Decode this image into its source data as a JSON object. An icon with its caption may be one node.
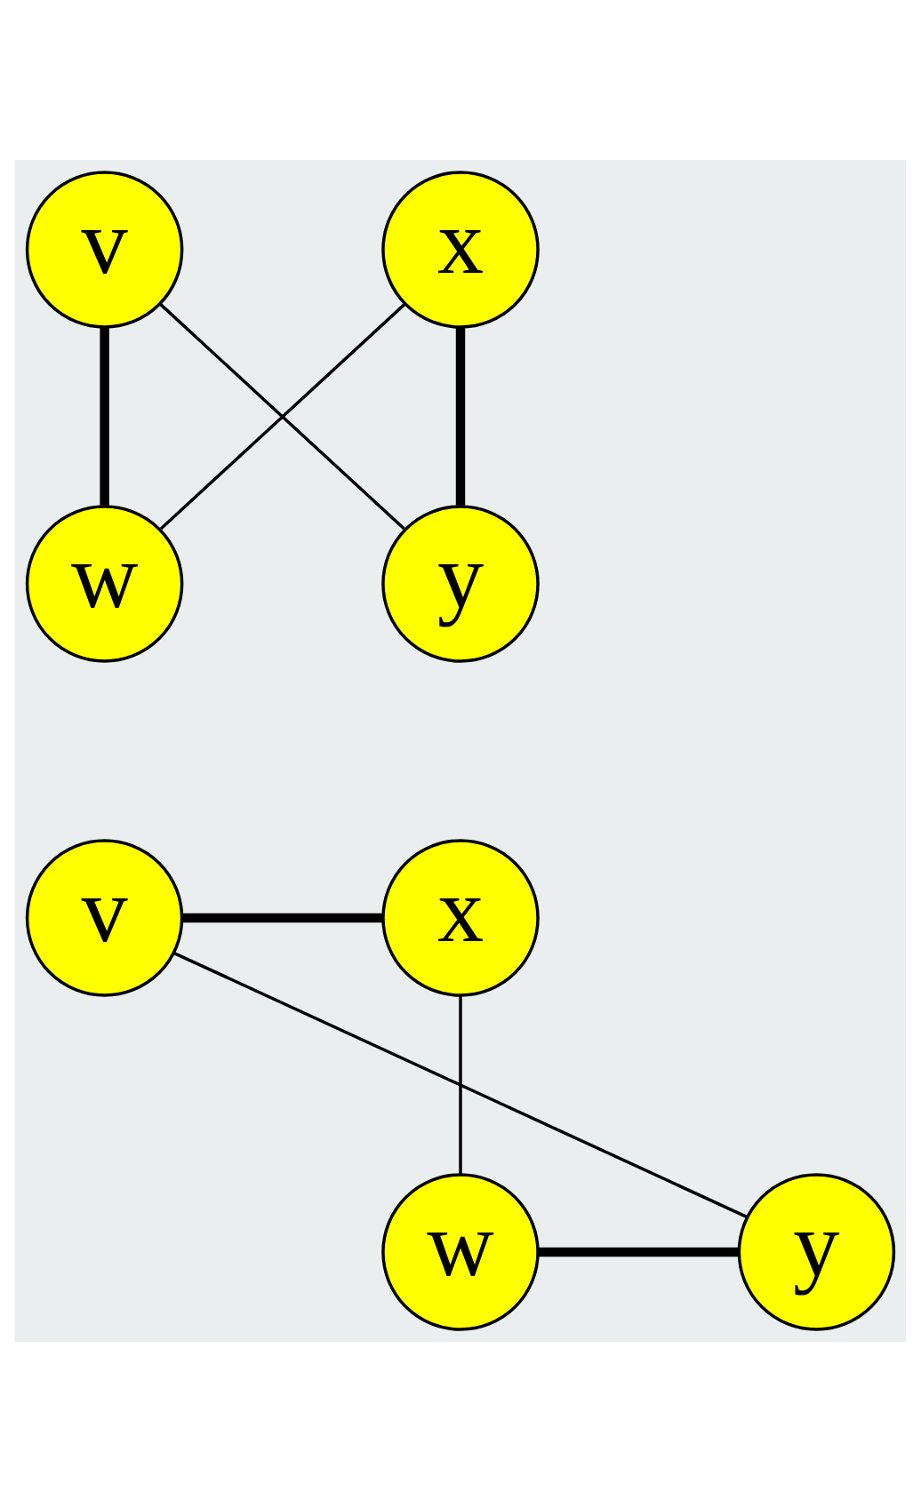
{
  "diagram": {
    "nodes": [
      {
        "text": [
          "v"
        ]
      },
      {
        "text": [
          "x"
        ]
      },
      {
        "text": [
          "w"
        ]
      },
      {
        "text": [
          "y"
        ]
      },
      {
        "text": [
          "v"
        ]
      },
      {
        "text": [
          "x"
        ]
      },
      {
        "text": [
          "w"
        ]
      },
      {
        "text": [
          "y"
        ]
      }
    ],
    "edges": [
      {
        "from": 0,
        "to": 2,
        "arrow": "none",
        "style": "thick"
      },
      {
        "from": 1,
        "to": 3,
        "arrow": "none",
        "style": "thick"
      },
      {
        "from": 2,
        "to": 1,
        "arrow": "none"
      },
      {
        "from": 3,
        "to": 0,
        "arrow": "none"
      },
      {
        "from": 4,
        "to": 5,
        "arrow": "none",
        "style": "thick"
      },
      {
        "from": 6,
        "to": 7,
        "arrow": "none",
        "style": "thick"
      },
      {
        "from": 5,
        "to": 6,
        "arrow": "none"
      },
      {
        "from": 7,
        "to": 4,
        "arrow": "none"
      }
    ]
  }
}
